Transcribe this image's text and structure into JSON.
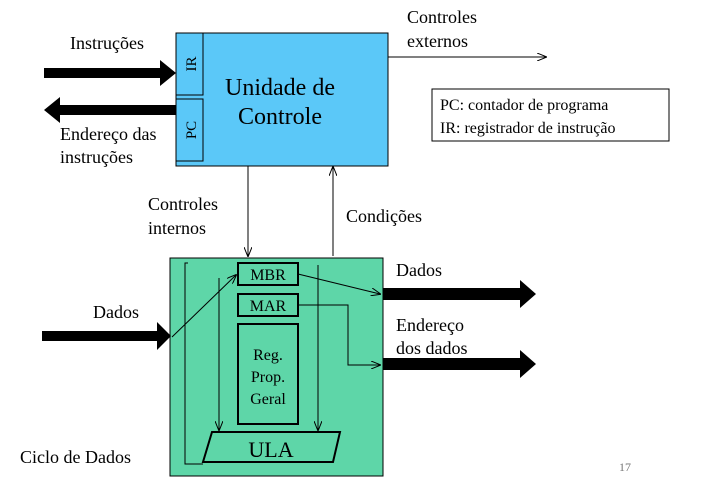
{
  "labels": {
    "instrucoes": "Instruções",
    "endereco_line1": "Endereço das",
    "endereco_line2": "instruções",
    "controles_ext_line1": "Controles",
    "controles_ext_line2": "externos",
    "unidade_line1": "Unidade de",
    "unidade_line2": "Controle",
    "ir": "IR",
    "pc": "PC",
    "controles_int_line1": "Controles",
    "controles_int_line2": "internos",
    "condicoes": "Condições",
    "dados_in": "Dados",
    "dados_out": "Dados",
    "endereco_dados_line1": "Endereço",
    "endereco_dados_line2": "dos dados",
    "mbr": "MBR",
    "mar": "MAR",
    "reg_line1": "Reg.",
    "reg_line2": "Prop.",
    "reg_line3": "Geral",
    "ula": "ULA",
    "ciclo": "Ciclo de Dados",
    "page_number": "17"
  },
  "legend": {
    "line1": "PC: contador de programa",
    "line2": "IR: registrador de instrução"
  },
  "colors": {
    "control_unit": "#5bc8f8",
    "datapath": "#5ed6a8",
    "stroke": "#000000"
  }
}
